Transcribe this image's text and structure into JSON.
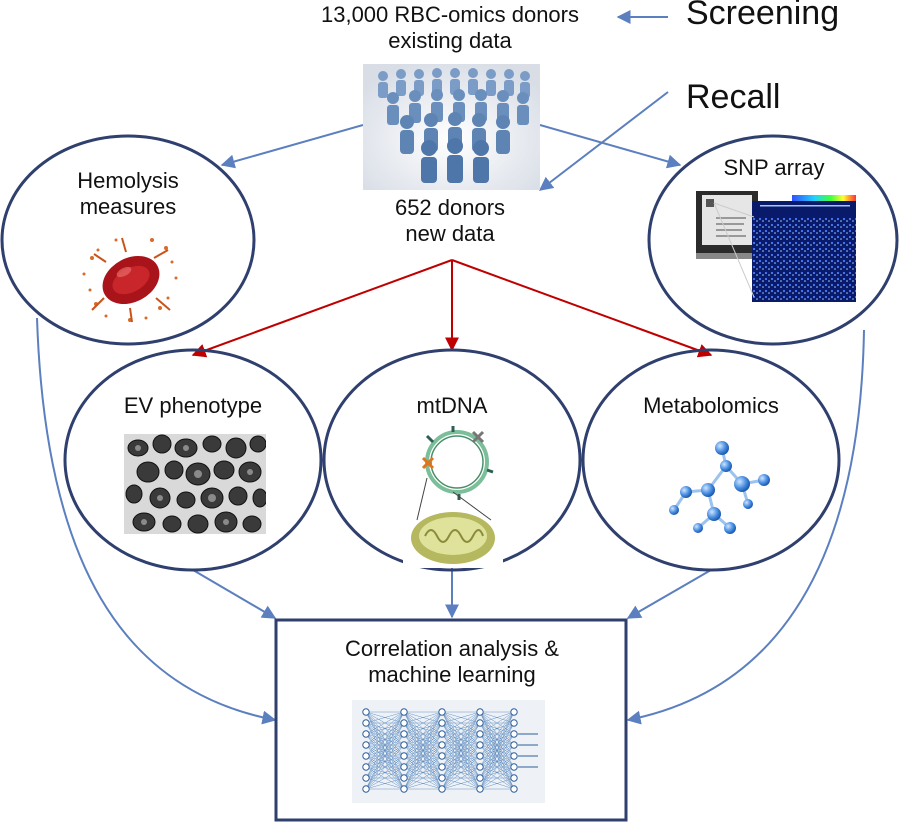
{
  "source": {
    "line1": "13,000 RBC-omics donors",
    "line2": "existing data",
    "image_name": "crowd-of-donors-icon"
  },
  "side_labels": {
    "screening": "Screening",
    "recall": "Recall"
  },
  "recall_group": {
    "line1": "652 donors",
    "line2": "new data"
  },
  "nodes": {
    "hemolysis": {
      "line1": "Hemolysis",
      "line2": "measures",
      "image_name": "red-blood-cell-lysis-icon"
    },
    "snp": {
      "line1": "SNP array",
      "image_name": "genechip-array-icon"
    },
    "ev": {
      "line1": "EV phenotype",
      "image_name": "electron-micrograph-vesicles-icon"
    },
    "mtdna": {
      "line1": "mtDNA",
      "image_name": "mitochondrial-dna-icon"
    },
    "metabolomics": {
      "line1": "Metabolomics",
      "image_name": "molecule-structure-icon"
    }
  },
  "output": {
    "line1": "Correlation analysis &",
    "line2": "machine learning",
    "image_name": "neural-network-icon"
  },
  "colors": {
    "circle_stroke": "#2f3f6e",
    "blue_arrow": "#5b7fbf",
    "red_arrow": "#c00000",
    "box_stroke": "#2f3f6e"
  }
}
